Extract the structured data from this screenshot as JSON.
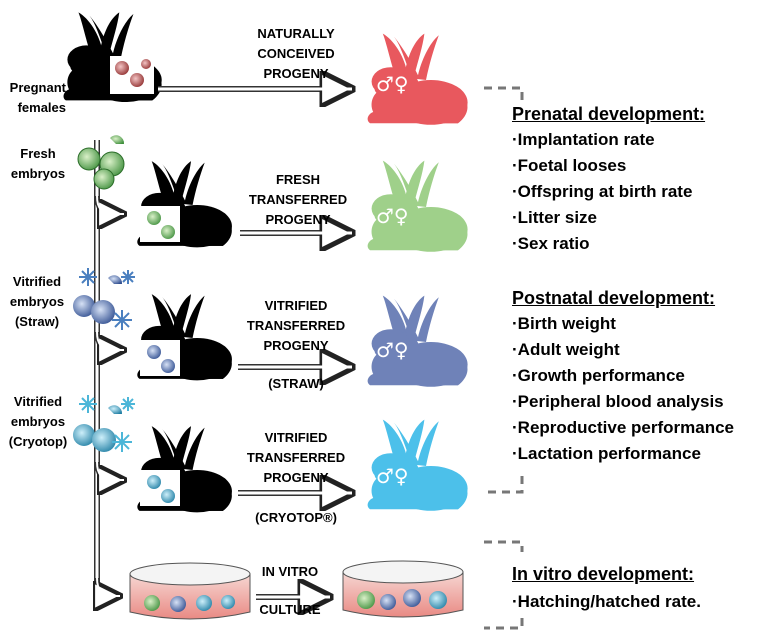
{
  "left_labels": {
    "pregnant_females": [
      "Pregnant",
      "females"
    ],
    "fresh_embryos": [
      "Fresh",
      "embryos"
    ],
    "vitrified_straw": [
      "Vitrified",
      "embryos",
      "(Straw)"
    ],
    "vitrified_cryotop": [
      "Vitrified",
      "embryos",
      "(Cryotop)"
    ]
  },
  "arrow_labels": {
    "natural": [
      "NATURALLY",
      "CONCEIVED",
      "PROGENY"
    ],
    "fresh": [
      "FRESH",
      "TRANSFERRED",
      "PROGENY"
    ],
    "straw": [
      "VITRIFIED",
      "TRANSFERRED",
      "PROGENY"
    ],
    "straw_method": "(STRAW)",
    "cryotop": [
      "VITRIFIED",
      "TRANSFERRED",
      "PROGENY"
    ],
    "cryotop_method": "(CRYOTOP®)",
    "culture_top": "IN VITRO",
    "culture_bottom": "CULTURE"
  },
  "sex_symbols": "♂♀",
  "progeny_colors": {
    "natural": "#e8585e",
    "fresh": "#9fd08a",
    "straw": "#6f82b8",
    "cryotop": "#4cc0ea"
  },
  "panels": {
    "prenatal": {
      "title": "Prenatal development:",
      "items": [
        "·Implantation rate",
        "·Foetal looses",
        "·Offspring at birth rate",
        "·Litter size",
        "·Sex ratio"
      ]
    },
    "postnatal": {
      "title": "Postnatal development:",
      "items": [
        "·Birth weight",
        "·Adult weight",
        "·Growth performance",
        "·Peripheral blood analysis",
        "·Reproductive performance",
        "·Lactation performance"
      ]
    },
    "invitro": {
      "title": "In vitro development:",
      "items": [
        "·Hatching/hatched rate."
      ]
    }
  }
}
